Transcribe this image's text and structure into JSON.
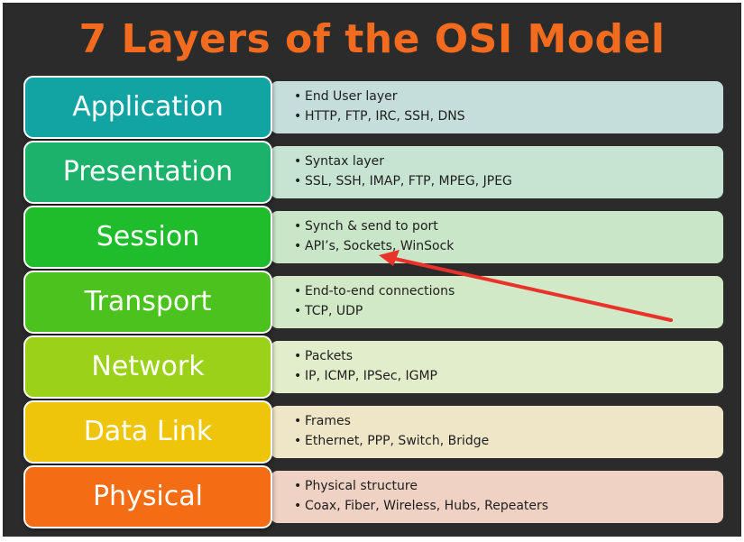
{
  "title": "7 Layers of the OSI Model",
  "layers": [
    {
      "name": "Application",
      "color": "#12a3a3",
      "desc_bg": "#c5dedc",
      "bullets": [
        "End User layer",
        "HTTP, FTP, IRC, SSH, DNS"
      ]
    },
    {
      "name": "Presentation",
      "color": "#1db26b",
      "desc_bg": "#c7e4d2",
      "bullets": [
        "Syntax layer",
        "SSL, SSH, IMAP, FTP, MPEG, JPEG"
      ]
    },
    {
      "name": "Session",
      "color": "#1fbd2b",
      "desc_bg": "#c9e6c8",
      "bullets": [
        "Synch & send to port",
        "API’s, Sockets, WinSock"
      ]
    },
    {
      "name": "Transport",
      "color": "#4cc21e",
      "desc_bg": "#d2e9c7",
      "bullets": [
        "End-to-end connections",
        "TCP, UDP"
      ]
    },
    {
      "name": "Network",
      "color": "#9bd118",
      "desc_bg": "#e2eecb",
      "bullets": [
        "Packets",
        "IP, ICMP, IPSec, IGMP"
      ]
    },
    {
      "name": "Data Link",
      "color": "#efc50b",
      "desc_bg": "#efe6c8",
      "bullets": [
        "Frames",
        "Ethernet, PPP, Switch, Bridge"
      ]
    },
    {
      "name": "Physical",
      "color": "#f46c14",
      "desc_bg": "#f0d2c4",
      "bullets": [
        "Physical structure",
        "Coax, Fiber, Wireless, Hubs, Repeaters"
      ]
    }
  ],
  "annotation": {
    "type": "arrow",
    "color": "#e8322a"
  }
}
